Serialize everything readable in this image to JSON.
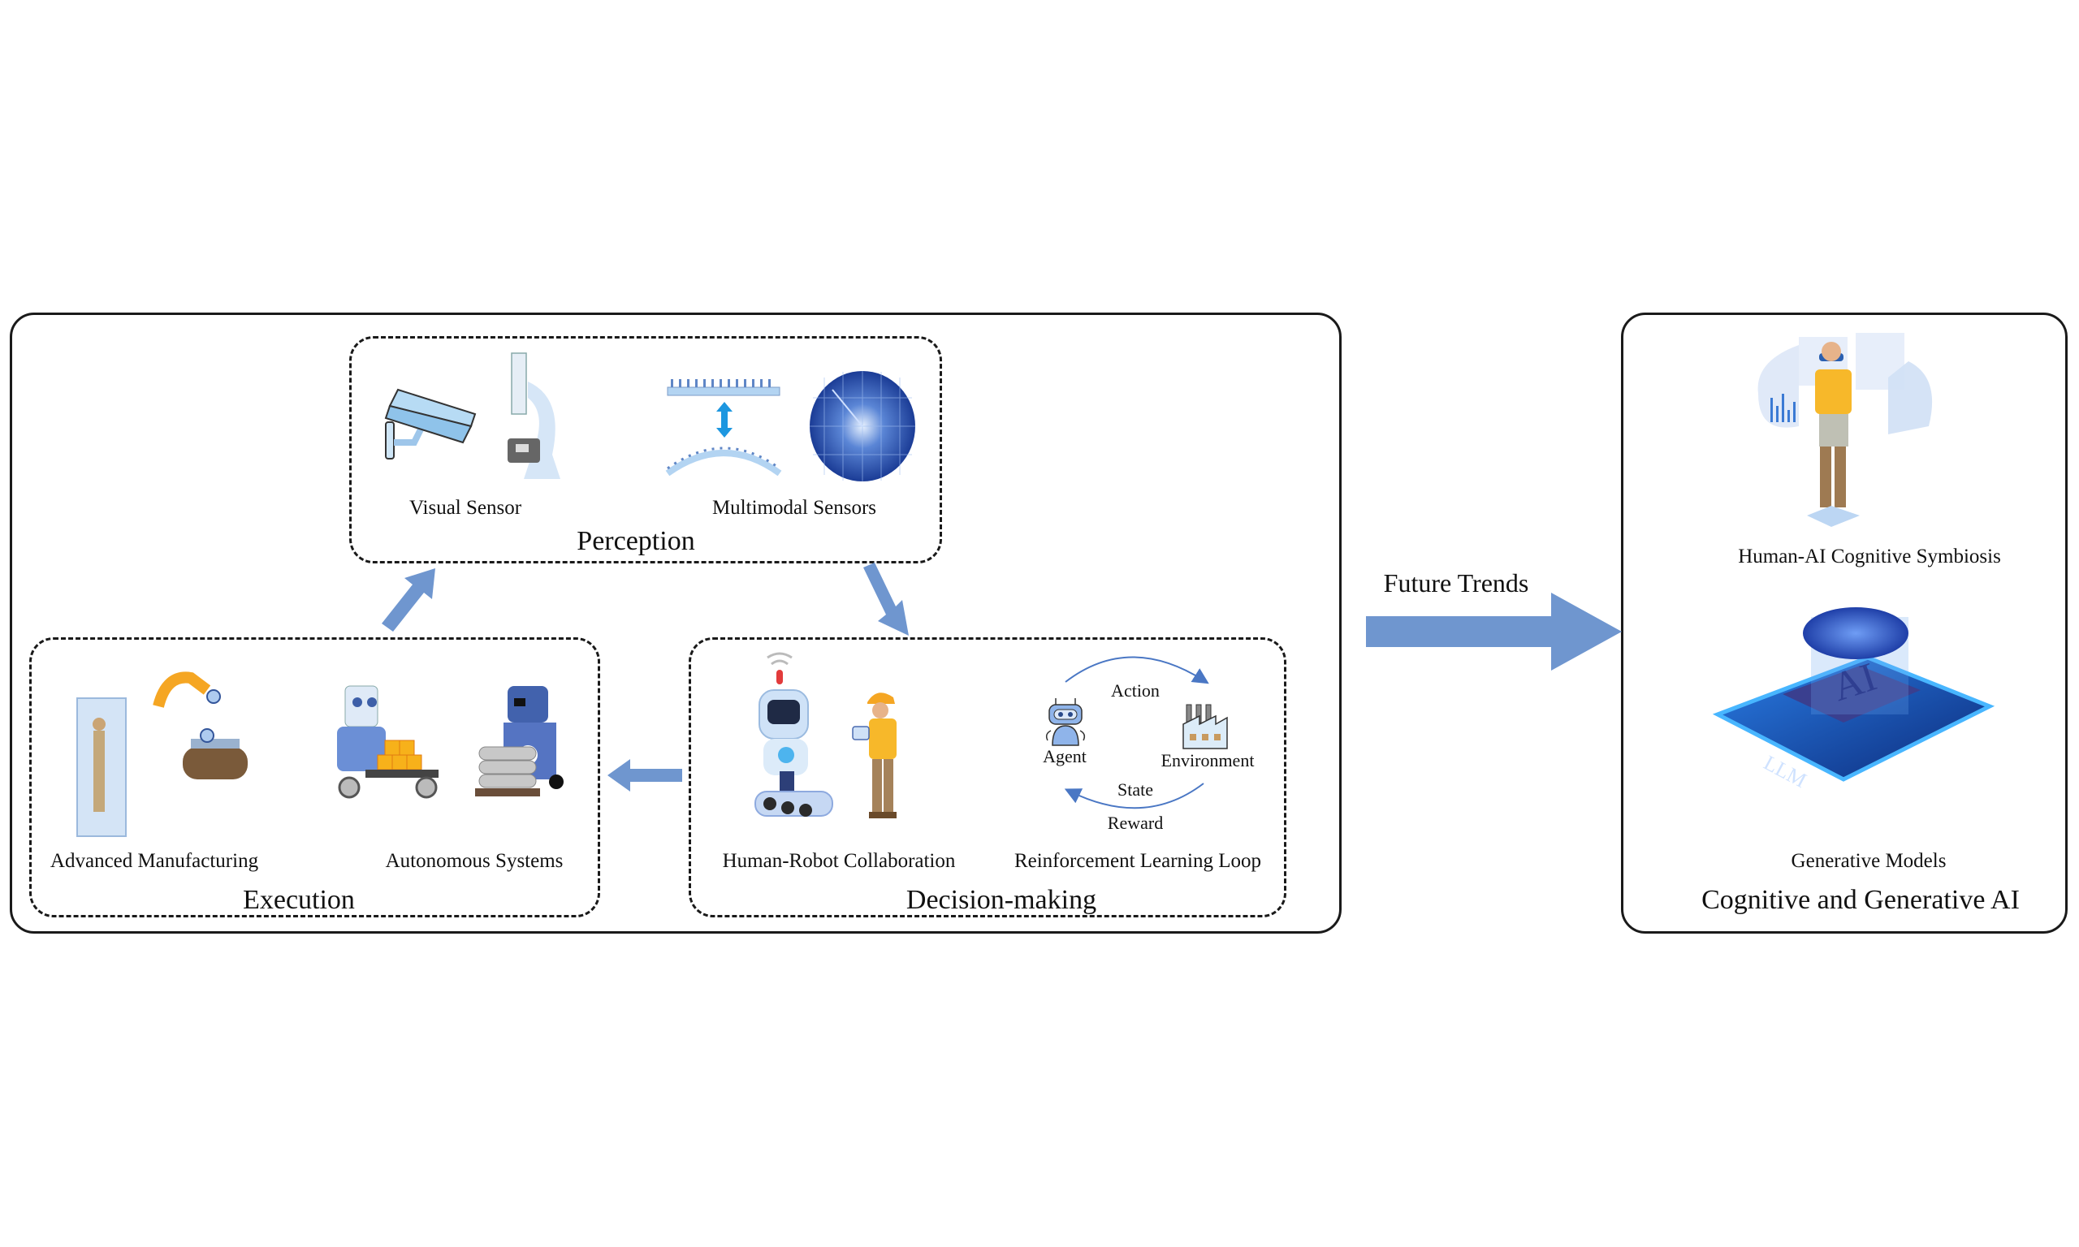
{
  "diagram": {
    "main_loop": {
      "perception": {
        "title": "Perception",
        "items": [
          {
            "label": "Visual Sensor",
            "icons": [
              "cctv-camera-icon",
              "microscope-icon"
            ]
          },
          {
            "label": "Multimodal Sensors",
            "icons": [
              "flexible-sensor-array-icon",
              "radar-icon"
            ]
          }
        ]
      },
      "decision_making": {
        "title": "Decision-making",
        "items": [
          {
            "label": "Human-Robot Collaboration",
            "icons": [
              "robot-icon",
              "worker-icon"
            ]
          },
          {
            "label": "Reinforcement Learning Loop",
            "icons": [
              "agent-icon",
              "factory-icon"
            ]
          }
        ],
        "rl_loop": {
          "agent": "Agent",
          "environment": "Environment",
          "action": "Action",
          "state": "State",
          "reward": "Reward"
        }
      },
      "execution": {
        "title": "Execution",
        "items": [
          {
            "label": "Advanced Manufacturing",
            "icons": [
              "robotic-arm-icon",
              "conveyor-icon"
            ]
          },
          {
            "label": "Autonomous Systems",
            "icons": [
              "cargo-robot-icon",
              "forklift-robot-icon"
            ]
          }
        ]
      },
      "flow": [
        "Perception",
        "Decision-making",
        "Execution",
        "Perception"
      ]
    },
    "transition": {
      "label": "Future Trends"
    },
    "future": {
      "title": "Cognitive and Generative AI",
      "items": [
        {
          "label": "Human-AI Cognitive Symbiosis",
          "icons": [
            "ar-headset-person-icon"
          ]
        },
        {
          "label": "Generative Models",
          "icons": [
            "ai-chip-brain-icon"
          ],
          "chip_text": "LLM",
          "chip_badge": "AI"
        }
      ]
    },
    "colors": {
      "arrow": "#6f96cf",
      "border": "#1a1a1a",
      "accent_blue": "#2f5fb5",
      "orange": "#f5a623"
    }
  }
}
